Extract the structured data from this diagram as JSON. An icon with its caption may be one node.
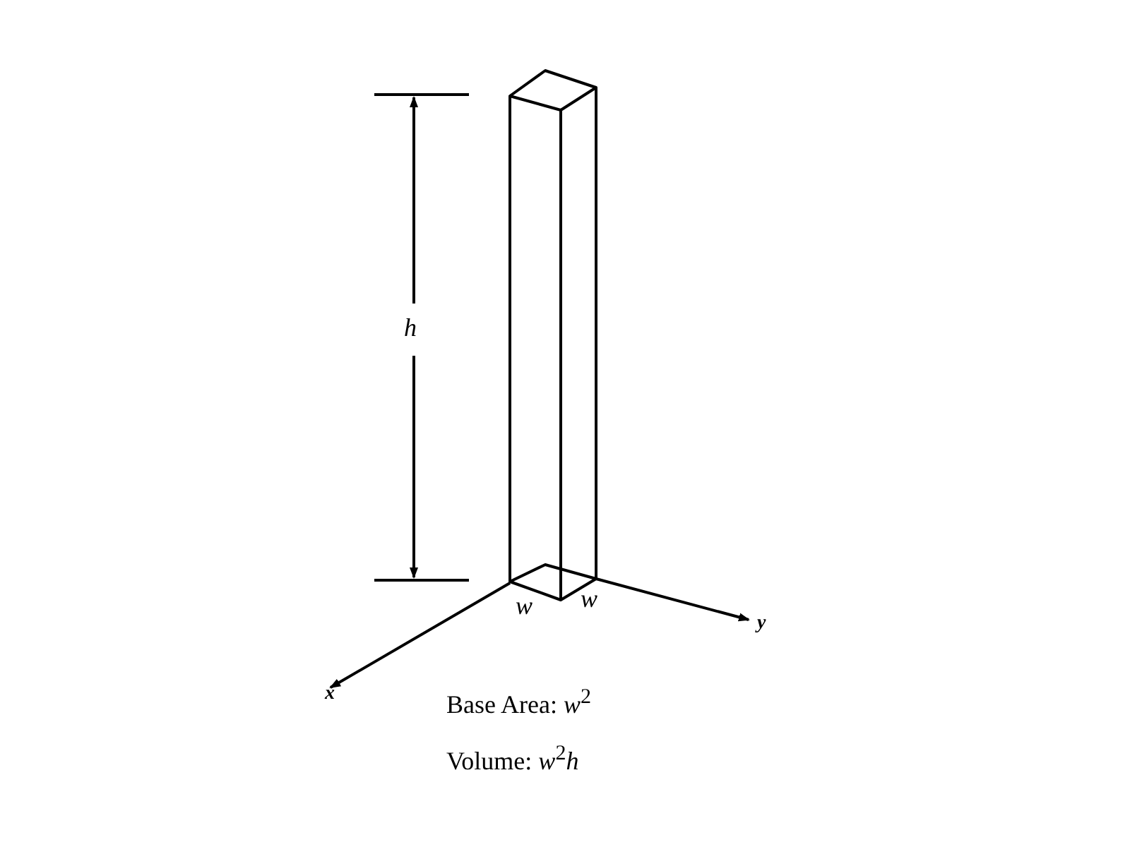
{
  "diagram": {
    "labels": [
      "h",
      "w",
      "w",
      "x",
      "y",
      "Base Area:  *w*$^{2}$",
      "Volume: *w*$^{2}$*h*"
    ]
  }
}
